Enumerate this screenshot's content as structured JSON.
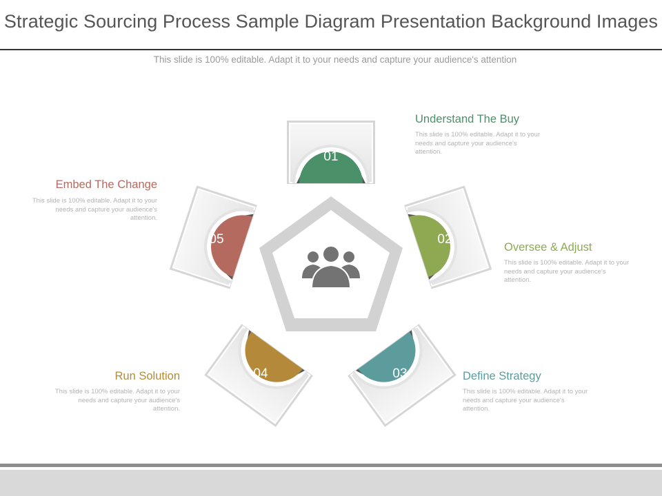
{
  "title": "Strategic Sourcing Process Sample Diagram Presentation Background Images",
  "subtitle": "This slide is 100% editable. Adapt it to your needs and capture your audience's attention",
  "center_icon": "people-group-icon",
  "steps": [
    {
      "number": "01",
      "title": "Understand The Buy",
      "description": "This slide is 100% editable. Adapt it to your needs and capture your audience's attention.",
      "color": "#4a9068"
    },
    {
      "number": "02",
      "title": "Oversee & Adjust",
      "description": "This slide is 100% editable. Adapt it to your needs and capture your audience's attention.",
      "color": "#8ea951"
    },
    {
      "number": "03",
      "title": "Define Strategy",
      "description": "This slide is 100% editable. Adapt it to your needs and capture your audience's attention.",
      "color": "#5d9c9c"
    },
    {
      "number": "04",
      "title": "Run Solution",
      "description": "This slide is 100% editable. Adapt it to your needs and capture your audience's attention.",
      "color": "#b48a3a"
    },
    {
      "number": "05",
      "title": "Embed The Change",
      "description": "This slide is 100% editable. Adapt it to your needs and capture your audience's attention.",
      "color": "#b46a5e"
    }
  ]
}
